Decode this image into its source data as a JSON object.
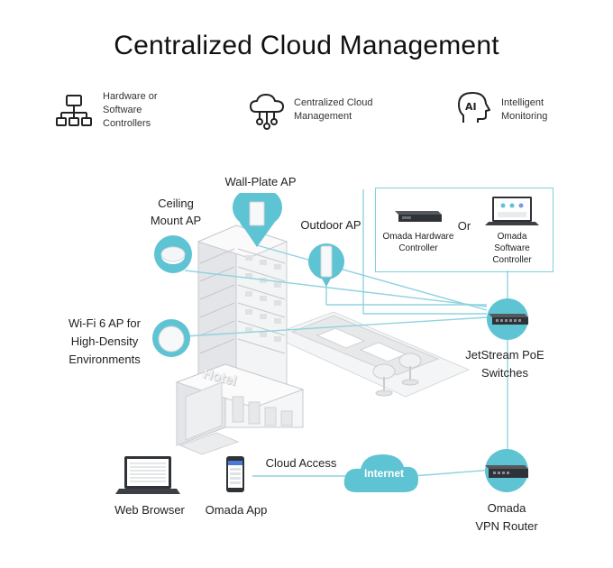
{
  "title": "Centralized Cloud Management",
  "features": [
    {
      "icon": "controller-tree-icon",
      "line1": "Hardware or",
      "line2": "Software",
      "line3": "Controllers"
    },
    {
      "icon": "cloud-network-icon",
      "line1": "Centralized Cloud",
      "line2": "Management"
    },
    {
      "icon": "ai-head-icon",
      "line1": "Intelligent",
      "line2": "Monitoring"
    }
  ],
  "labels": {
    "ceiling_ap_1": "Ceiling",
    "ceiling_ap_2": "Mount AP",
    "wall_plate_ap": "Wall-Plate AP",
    "outdoor_ap": "Outdoor AP",
    "wifi6_1": "Wi-Fi 6 AP for",
    "wifi6_2": "High-Density",
    "wifi6_3": "Environments",
    "hotel_sign": "Hotel",
    "hw_controller_1": "Omada Hardware",
    "hw_controller_2": "Controller",
    "or": "Or",
    "sw_controller_1": "Omada",
    "sw_controller_2": "Software",
    "sw_controller_3": "Controller",
    "switches_1": "JetStream PoE",
    "switches_2": "Switches",
    "cloud_access": "Cloud Access",
    "internet": "Internet",
    "web_browser": "Web Browser",
    "omada_app": "Omada App",
    "router_1": "Omada",
    "router_2": "VPN Router"
  },
  "colors": {
    "accent": "#5ec3d3",
    "line": "#8fd3df",
    "device": "#2f3338",
    "building": "#e9eaec",
    "building_shade": "#d4d6d9"
  }
}
